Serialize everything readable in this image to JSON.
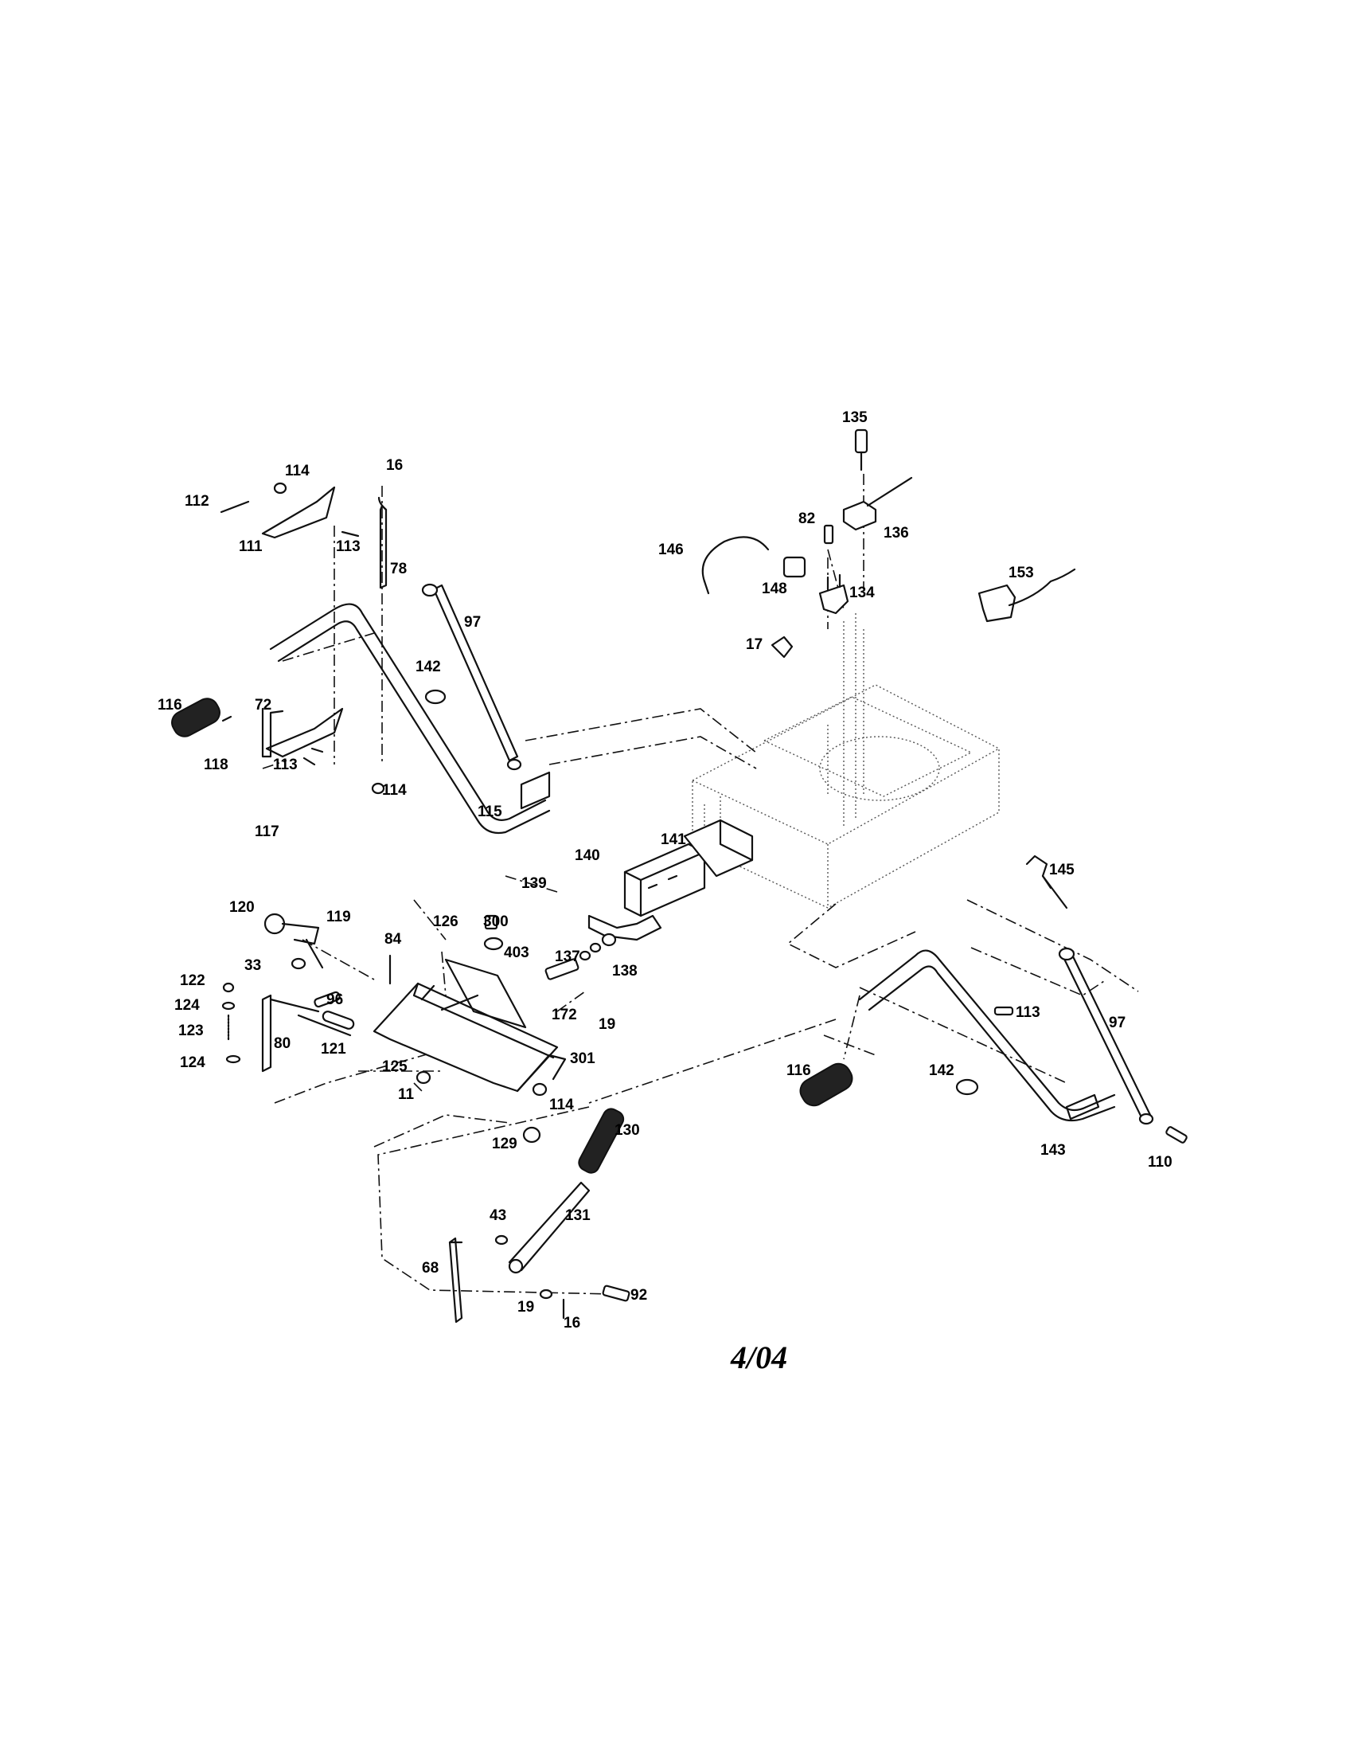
{
  "date_stamp": "4/04",
  "callouts": [
    {
      "label": "135"
    },
    {
      "label": "136"
    },
    {
      "label": "82"
    },
    {
      "label": "146"
    },
    {
      "label": "148"
    },
    {
      "label": "134"
    },
    {
      "label": "153"
    },
    {
      "label": "17"
    },
    {
      "label": "114"
    },
    {
      "label": "16"
    },
    {
      "label": "112"
    },
    {
      "label": "111"
    },
    {
      "label": "113"
    },
    {
      "label": "78"
    },
    {
      "label": "97"
    },
    {
      "label": "142"
    },
    {
      "label": "116"
    },
    {
      "label": "72"
    },
    {
      "label": "118"
    },
    {
      "label": "113"
    },
    {
      "label": "114"
    },
    {
      "label": "117"
    },
    {
      "label": "115"
    },
    {
      "label": "141"
    },
    {
      "label": "140"
    },
    {
      "label": "139"
    },
    {
      "label": "145"
    },
    {
      "label": "120"
    },
    {
      "label": "119"
    },
    {
      "label": "126"
    },
    {
      "label": "300"
    },
    {
      "label": "84"
    },
    {
      "label": "403"
    },
    {
      "label": "33"
    },
    {
      "label": "137"
    },
    {
      "label": "138"
    },
    {
      "label": "122"
    },
    {
      "label": "124"
    },
    {
      "label": "96"
    },
    {
      "label": "172"
    },
    {
      "label": "19"
    },
    {
      "label": "113"
    },
    {
      "label": "97"
    },
    {
      "label": "123"
    },
    {
      "label": "80"
    },
    {
      "label": "121"
    },
    {
      "label": "125"
    },
    {
      "label": "301"
    },
    {
      "label": "124"
    },
    {
      "label": "116"
    },
    {
      "label": "142"
    },
    {
      "label": "11"
    },
    {
      "label": "114"
    },
    {
      "label": "130"
    },
    {
      "label": "129"
    },
    {
      "label": "143"
    },
    {
      "label": "110"
    },
    {
      "label": "43"
    },
    {
      "label": "131"
    },
    {
      "label": "68"
    },
    {
      "label": "92"
    },
    {
      "label": "19"
    },
    {
      "label": "16"
    }
  ]
}
